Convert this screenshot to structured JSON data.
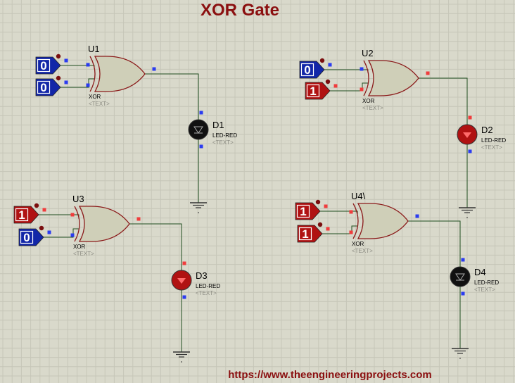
{
  "title": "XOR Gate",
  "footer_url": "https://www.theengineeringprojects.com",
  "colors": {
    "background": "#d9d9cb",
    "grid": "#c6c6b8",
    "title": "#8b1010",
    "wire": "#1f4d1f",
    "gate_fill": "#cfcfb8",
    "gate_stroke": "#8b1a1a",
    "logic_0": "#1226a8",
    "logic_1": "#b01212",
    "led_on": "#b01212",
    "led_off": "#111111",
    "pin_low": "#2b3cf0",
    "pin_high": "#f03c3c"
  },
  "gate_type_label": "XOR",
  "text_placeholder": "<TEXT>",
  "led_type_label": "LED-RED",
  "gates": [
    {
      "ref": "U1",
      "inputs": [
        "0",
        "0"
      ],
      "output": 0
    },
    {
      "ref": "U2",
      "inputs": [
        "0",
        "1"
      ],
      "output": 1
    },
    {
      "ref": "U3",
      "inputs": [
        "1",
        "0"
      ],
      "output": 1
    },
    {
      "ref": "U4\\",
      "inputs": [
        "1",
        "1"
      ],
      "output": 0
    }
  ],
  "leds": [
    {
      "ref": "D1",
      "lit": false
    },
    {
      "ref": "D2",
      "lit": true
    },
    {
      "ref": "D3",
      "lit": true
    },
    {
      "ref": "D4",
      "lit": false
    }
  ]
}
